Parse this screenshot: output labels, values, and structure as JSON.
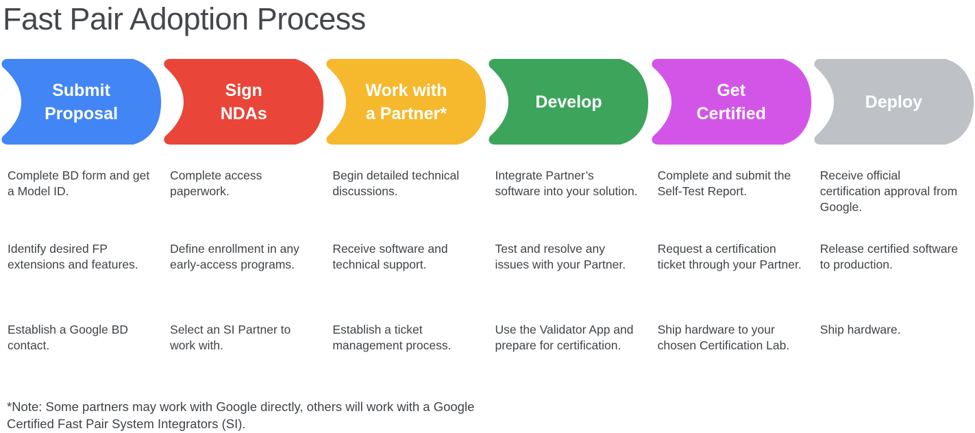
{
  "title": "Fast Pair Adoption Process",
  "note": "*Note: Some partners may work with Google directly, others will work with a Google Certified Fast Pair System Integrators (SI).",
  "steps": [
    {
      "label": "Submit Proposal",
      "color": "#4286F5",
      "items": [
        "Complete BD form and get a Model ID.",
        "Identify desired FP extensions and features.",
        "Establish a Google BD contact."
      ]
    },
    {
      "label": "Sign NDAs",
      "color": "#E94538",
      "items": [
        "Complete access paperwork.",
        "Define enrollment in any early-access programs.",
        "Select an SI Partner to work with."
      ]
    },
    {
      "label": "Work with a Partner*",
      "color": "#F6B82D",
      "items": [
        "Begin detailed technical discussions.",
        "Receive software and technical support.",
        "Establish a ticket management process."
      ]
    },
    {
      "label": "Develop",
      "color": "#3DA45C",
      "items": [
        "Integrate Partner’s software into your solution.",
        "Test and resolve any issues with your Partner.",
        "Use the Validator App and prepare for certification."
      ]
    },
    {
      "label": "Get Certified",
      "color": "#D355E8",
      "items": [
        "Complete and submit the Self-Test Report.",
        "Request a certification ticket through your Partner.",
        "Ship hardware to your chosen Certification Lab."
      ]
    },
    {
      "label": "Deploy",
      "color": "#BEC2C6",
      "items": [
        "Receive official certification approval from Google.",
        "Release certified software to production.",
        "Ship hardware."
      ]
    }
  ]
}
